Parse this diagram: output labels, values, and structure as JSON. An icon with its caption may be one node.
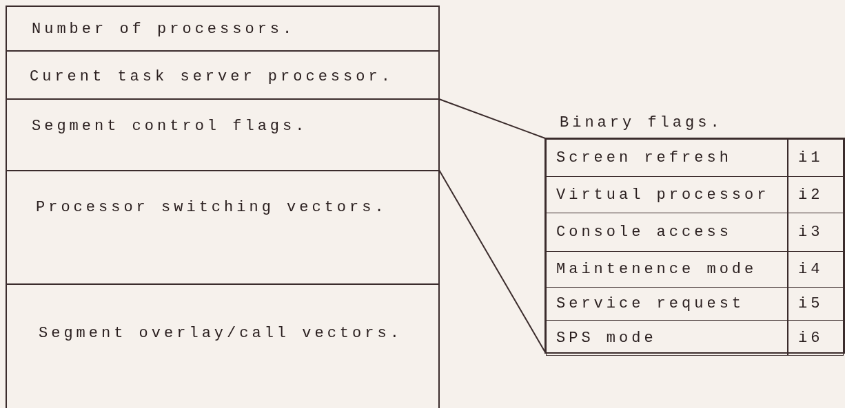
{
  "diagram": {
    "nodes": [
      {
        "text": [
          "Number of processors."
        ]
      },
      {
        "text": [
          "Curent task server processor."
        ]
      },
      {
        "text": [
          "Segment control flags."
        ]
      },
      {
        "text": [
          "Processor switching vectors."
        ]
      },
      {
        "text": [
          "Segment overlay/call vectors."
        ]
      },
      {
        "text": [
          "Binary flags."
        ]
      },
      {
        "text": [
          "Screen refresh"
        ],
        "in": 5
      },
      {
        "text": [
          "i1"
        ],
        "in": 5
      },
      {
        "text": [
          "Virtual processor"
        ],
        "in": 5
      },
      {
        "text": [
          "i2"
        ],
        "in": 5
      },
      {
        "text": [
          "Console access"
        ],
        "in": 5
      },
      {
        "text": [
          "i3"
        ],
        "in": 5
      },
      {
        "text": [
          "Maintenence mode"
        ],
        "in": 5
      },
      {
        "text": [
          "i4"
        ],
        "in": 5
      },
      {
        "text": [
          "Service request"
        ],
        "in": 5
      },
      {
        "text": [
          "i5"
        ],
        "in": 5
      },
      {
        "text": [
          "SPS mode"
        ],
        "in": 5
      },
      {
        "text": [
          "i6"
        ],
        "in": 5
      }
    ],
    "edges": [
      {
        "from": 2,
        "to": 5,
        "arrow": "none"
      },
      {
        "from": 2,
        "to": 5,
        "arrow": "none"
      }
    ]
  }
}
